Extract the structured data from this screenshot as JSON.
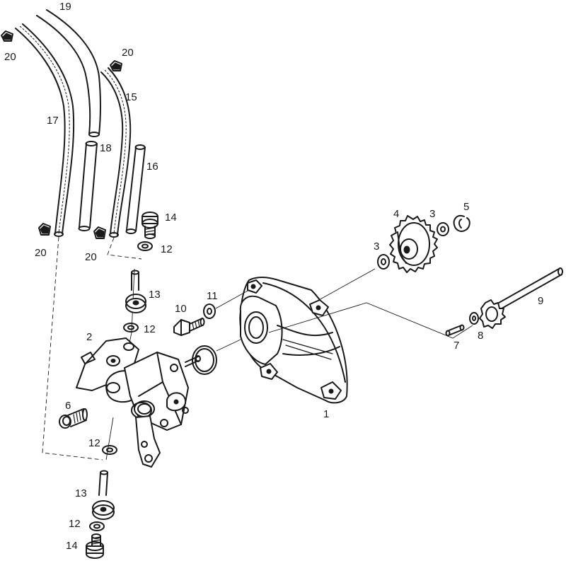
{
  "callouts": {
    "c1": "1",
    "c2": "2",
    "c3a": "3",
    "c3b": "3",
    "c4": "4",
    "c5": "5",
    "c6": "6",
    "c7": "7",
    "c8": "8",
    "c9": "9",
    "c10": "10",
    "c11": "11",
    "c12a": "12",
    "c12b": "12",
    "c12c": "12",
    "c12d": "12",
    "c13a": "13",
    "c13b": "13",
    "c14a": "14",
    "c14b": "14",
    "c15": "15",
    "c16": "16",
    "c17": "17",
    "c18": "18",
    "c19": "19",
    "c20a": "20",
    "c20b": "20",
    "c20c": "20",
    "c20d": "20"
  }
}
